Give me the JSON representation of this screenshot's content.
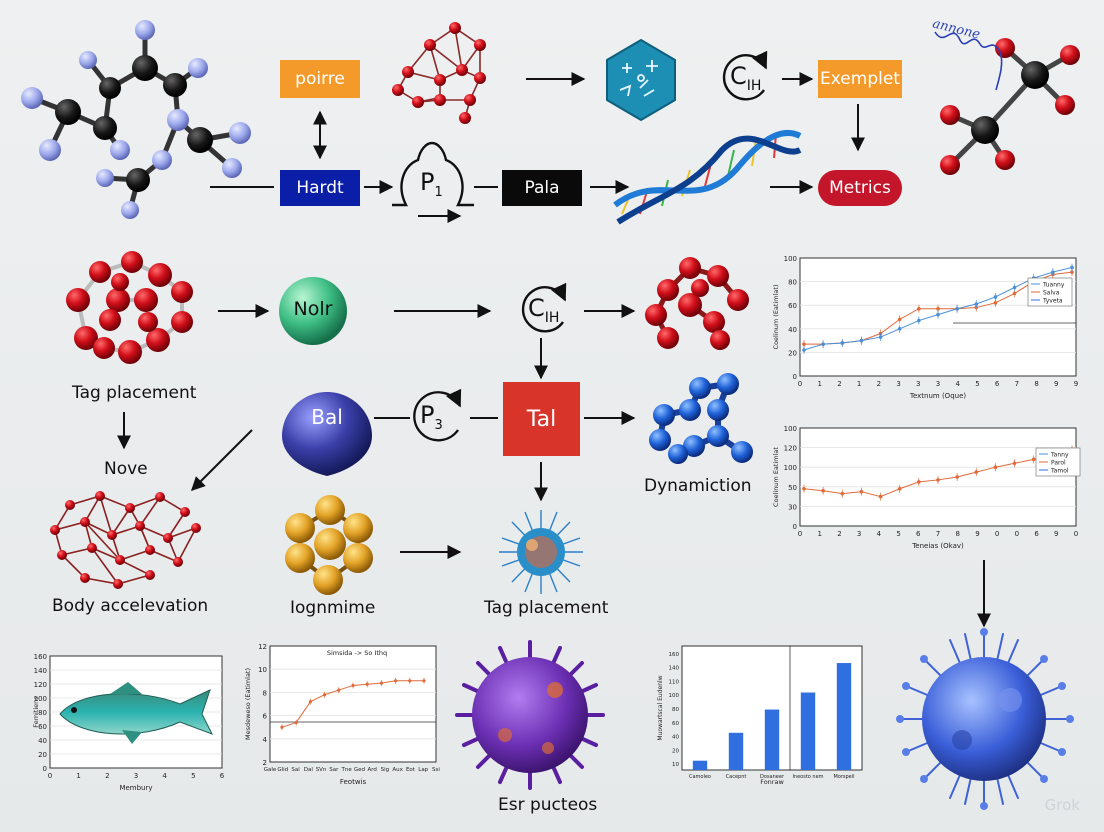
{
  "labels": {
    "poirre": "poirre",
    "exemplet": "Exemplet",
    "hardt": "Hardt",
    "p1": "P",
    "p1_sub": "1",
    "pala": "Pala",
    "metrics": "Metrics",
    "ch_top": "C",
    "ch_top_sub": "IH",
    "ch_mid": "C",
    "ch_mid_sub": "IH",
    "nolr": "Nolr",
    "bal": "Bal",
    "p3": "P",
    "p3_sub": "3",
    "tal": "Tal",
    "tag_placement_left": "Tag placement",
    "nove": "Nove",
    "body_acceleration": "Body accelevation",
    "iognmime": "Iognmime",
    "tag_placement_center": "Tag placement",
    "dynamiction": "Dynamiction",
    "esr_pucteos": "Esr pucteos",
    "script_scribble": "annone",
    "watermark": "Grok"
  },
  "colors": {
    "orange": "#f39a2a",
    "navy": "#0b1ea8",
    "black_box": "#0a0a0a",
    "red_pill": "#c4162a",
    "green_sphere": "#3fbf86",
    "blue_sphere": "#3a3fa8",
    "red_square": "#d8342a",
    "hex_teal": "#1e8fb4",
    "chart_line": "#e06a3a",
    "chart_blue": "#4a90d9",
    "bar_blue": "#2f6fe0",
    "atom_red": "#d10f1a",
    "atom_black": "#141414",
    "atom_lav": "#a8b2ee"
  },
  "chart_data": [
    {
      "type": "line",
      "xlabel": "Textnum (Oque)",
      "ylabel": "Coelinum (Eatimlat)",
      "ylim": [
        0,
        100
      ],
      "yticks": [
        "0",
        "20",
        "40",
        "60",
        "80",
        "100"
      ],
      "xticks": [
        "0",
        "1",
        "2",
        "1",
        "2",
        "3",
        "3",
        "3",
        "4",
        "5",
        "6",
        "7",
        "8",
        "9",
        "9"
      ],
      "legend": [
        "Tuanny",
        "Salva",
        "Tyveta"
      ],
      "series": [
        {
          "values": [
            27,
            27,
            28,
            30,
            36,
            48,
            57,
            57,
            57,
            58,
            62,
            70,
            80,
            86,
            88
          ]
        },
        {
          "values": [
            22,
            27,
            28,
            30,
            33,
            40,
            47,
            52,
            57,
            61,
            67,
            75,
            83,
            88,
            92
          ]
        }
      ]
    },
    {
      "type": "line",
      "xlabel": "Teneias (Okav)",
      "ylabel": "Coelinum Eatimlat",
      "ylim": [
        0,
        100
      ],
      "yticks": [
        "0",
        "30",
        "50",
        "100",
        "120",
        "100"
      ],
      "xticks": [
        "0",
        "1",
        "2",
        "3",
        "4",
        "5",
        "6",
        "7",
        "8",
        "9",
        "0",
        "0",
        "6",
        "9",
        "0"
      ],
      "legend": [
        "Tanny",
        "Parol",
        "Tamol"
      ],
      "series": [
        {
          "values": [
            38,
            36,
            33,
            35,
            30,
            38,
            45,
            47,
            50,
            55,
            60,
            64,
            68,
            72,
            78
          ]
        }
      ]
    },
    {
      "type": "line",
      "title": "Simsida  ->  So Ithq",
      "xlabel": "Feotwis",
      "ylabel": "Mesdeweso (Eatimlat)",
      "ylim": [
        0,
        100
      ],
      "yticks": [
        "2",
        "4",
        "6",
        "8",
        "10",
        "12"
      ],
      "xticks": [
        "Gale",
        "Glid",
        "Sal",
        "Dal",
        "SVn",
        "Sar",
        "Tne",
        "Ged",
        "Ard",
        "Sig",
        "Aux",
        "Eot",
        "Lap",
        "Ssi"
      ],
      "series": [
        {
          "values": [
            30,
            34,
            52,
            58,
            62,
            66,
            67,
            68,
            70,
            70,
            70
          ]
        }
      ]
    },
    {
      "type": "bar",
      "xlabel": "Fonraw",
      "ylabel": "Muowartscal Eudenlw",
      "ylim": [
        0,
        160
      ],
      "yticks": [
        "10",
        "20",
        "40",
        "60",
        "80",
        "100",
        "110",
        "140",
        "160"
      ],
      "categories": [
        "Camoleo",
        "Cacepnt",
        "Dosaneer",
        "Ineosto nem",
        "Morspeil"
      ],
      "values": [
        12,
        48,
        78,
        100,
        138
      ]
    },
    {
      "type": "scatter",
      "xlabel": "Membury",
      "ylabel": "Femitiens",
      "ylim": [
        0,
        100
      ],
      "yticks": [
        "0",
        "20",
        "40",
        "60",
        "80",
        "100",
        "120",
        "140",
        "160"
      ],
      "xticks": [
        "0",
        "1",
        "2",
        "3",
        "4",
        "5",
        "6"
      ]
    }
  ]
}
